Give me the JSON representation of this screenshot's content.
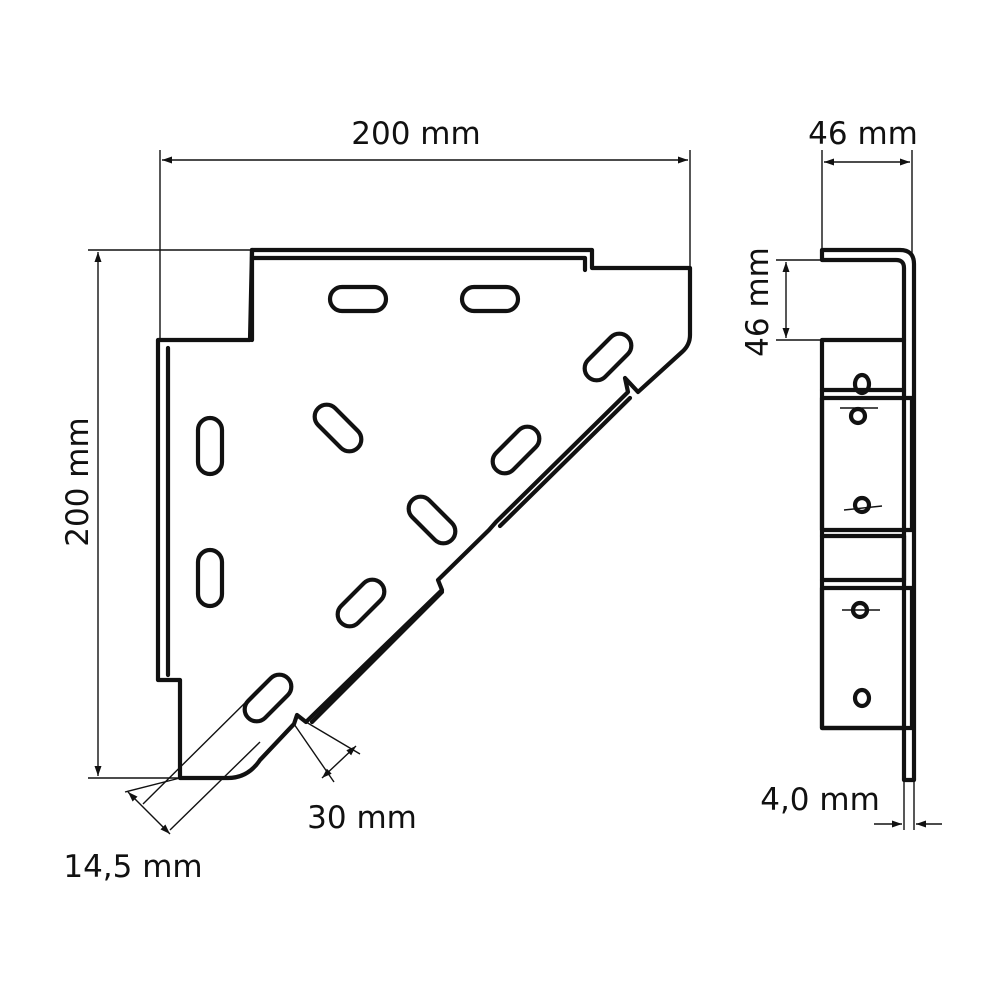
{
  "diagram": {
    "colors": {
      "line": "#111111",
      "background": "#ffffff"
    },
    "dimensions": {
      "top_width": "200 mm",
      "left_height": "200 mm",
      "slot_spacing": "30 mm",
      "slot_offset": "14,5 mm",
      "side_width": "46 mm",
      "side_height": "46 mm",
      "thickness": "4,0 mm"
    }
  }
}
